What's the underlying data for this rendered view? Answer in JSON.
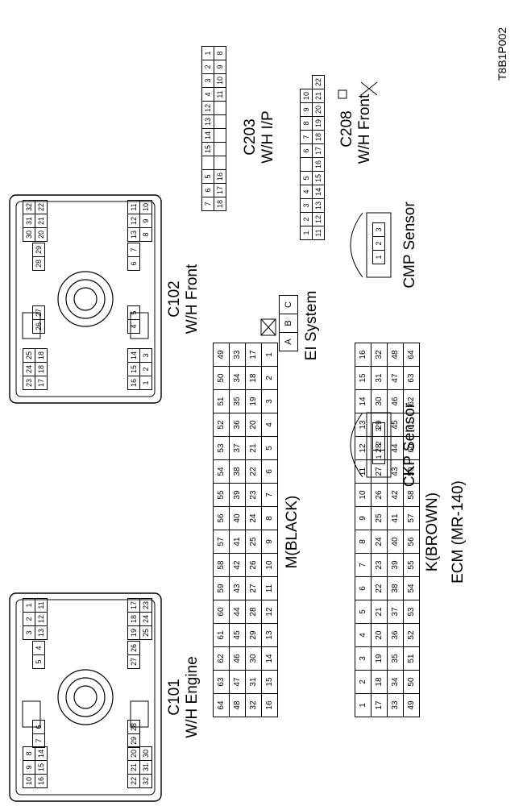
{
  "ref_code": "T8B1P002",
  "c101": {
    "id": "C101",
    "desc": "W/H Engine",
    "left_top": [
      [
        "10",
        "9",
        "8"
      ],
      [
        "16",
        "15",
        "14"
      ]
    ],
    "left_bottom": [
      [
        "22",
        "21",
        "20"
      ],
      [
        "32",
        "31",
        "30"
      ]
    ],
    "center_top": "7",
    "center_top2": "6",
    "center_bottom": "29",
    "center_bottom2": "28",
    "right_top": [
      "5",
      "4"
    ],
    "right_bottom": [
      "27",
      "26"
    ],
    "far_top": [
      [
        "3",
        "2",
        "1"
      ],
      [
        "13",
        "12",
        "11"
      ]
    ],
    "far_bottom": [
      [
        "19",
        "18",
        "17"
      ],
      [
        "25",
        "24",
        "23"
      ]
    ]
  },
  "c102": {
    "id": "C102",
    "desc": "W/H Front",
    "left_top": [
      [
        "23",
        "24",
        "25"
      ],
      [
        "17",
        "18",
        "18"
      ]
    ],
    "left_bottom": [
      [
        "16",
        "15",
        "14"
      ],
      [
        "1",
        "2",
        "3"
      ]
    ],
    "mid_top": [
      "26",
      "27"
    ],
    "mid_bottom": [
      "4",
      "5"
    ],
    "mid2_top": [
      "28",
      "29"
    ],
    "mid2_bottom": [
      "6",
      "7"
    ],
    "far_top": [
      [
        "30",
        "31",
        "32"
      ],
      [
        "20",
        "21",
        "22"
      ]
    ],
    "far_bottom": [
      [
        "13",
        "12",
        "11"
      ],
      [
        "8",
        "9",
        "10"
      ]
    ]
  },
  "c203": {
    "id": "C203",
    "desc": "W/H I/P",
    "row1": [
      "7",
      "6",
      "5",
      "",
      "15",
      "14",
      "13",
      "12",
      "4",
      "3",
      "2",
      "1"
    ],
    "row2": [
      "18",
      "17",
      "16",
      "",
      "",
      "",
      "",
      "",
      "11",
      "10",
      "9",
      "8"
    ]
  },
  "c208": {
    "id": "C208",
    "desc": "W/H Front",
    "row1": [
      "1",
      "2",
      "3",
      "4",
      "5",
      "",
      "6",
      "7",
      "8",
      "9",
      "10"
    ],
    "row2": [
      "11",
      "12",
      "13",
      "14",
      "15",
      "16",
      "17",
      "18",
      "19",
      "20",
      "21",
      "22"
    ]
  },
  "ei": {
    "label": "EI System",
    "pins": [
      "A",
      "B",
      "C"
    ]
  },
  "ckp": {
    "label": "CKP Sensor",
    "pins": [
      "1",
      "2",
      "3"
    ]
  },
  "cmp": {
    "label": "CMP Sensor",
    "pins": [
      "1",
      "2",
      "3"
    ]
  },
  "ecm": {
    "title": "ECM (MR-140)",
    "m_label": "M(BLACK)",
    "k_label": "K(BROWN)",
    "m_rows": [
      [
        "64",
        "63",
        "62",
        "61",
        "60",
        "59",
        "58",
        "57",
        "56",
        "55",
        "54",
        "53",
        "52",
        "51",
        "50",
        "49"
      ],
      [
        "48",
        "47",
        "46",
        "45",
        "44",
        "43",
        "42",
        "41",
        "40",
        "39",
        "38",
        "37",
        "36",
        "35",
        "34",
        "33"
      ],
      [
        "32",
        "31",
        "30",
        "29",
        "28",
        "27",
        "26",
        "25",
        "24",
        "23",
        "22",
        "21",
        "20",
        "19",
        "18",
        "17"
      ],
      [
        "16",
        "15",
        "14",
        "13",
        "12",
        "11",
        "10",
        "9",
        "8",
        "7",
        "6",
        "5",
        "4",
        "3",
        "2",
        "1"
      ]
    ],
    "k_rows": [
      [
        "1",
        "2",
        "3",
        "4",
        "5",
        "6",
        "7",
        "8",
        "9",
        "10",
        "11",
        "12",
        "13",
        "14",
        "15",
        "16"
      ],
      [
        "17",
        "18",
        "19",
        "20",
        "21",
        "22",
        "23",
        "24",
        "25",
        "26",
        "27",
        "28",
        "29",
        "30",
        "31",
        "32"
      ],
      [
        "33",
        "34",
        "35",
        "36",
        "37",
        "38",
        "39",
        "40",
        "41",
        "42",
        "43",
        "44",
        "45",
        "46",
        "47",
        "48"
      ],
      [
        "49",
        "50",
        "51",
        "52",
        "53",
        "54",
        "55",
        "56",
        "57",
        "58",
        "59",
        "60",
        "61",
        "62",
        "63",
        "64"
      ]
    ]
  }
}
